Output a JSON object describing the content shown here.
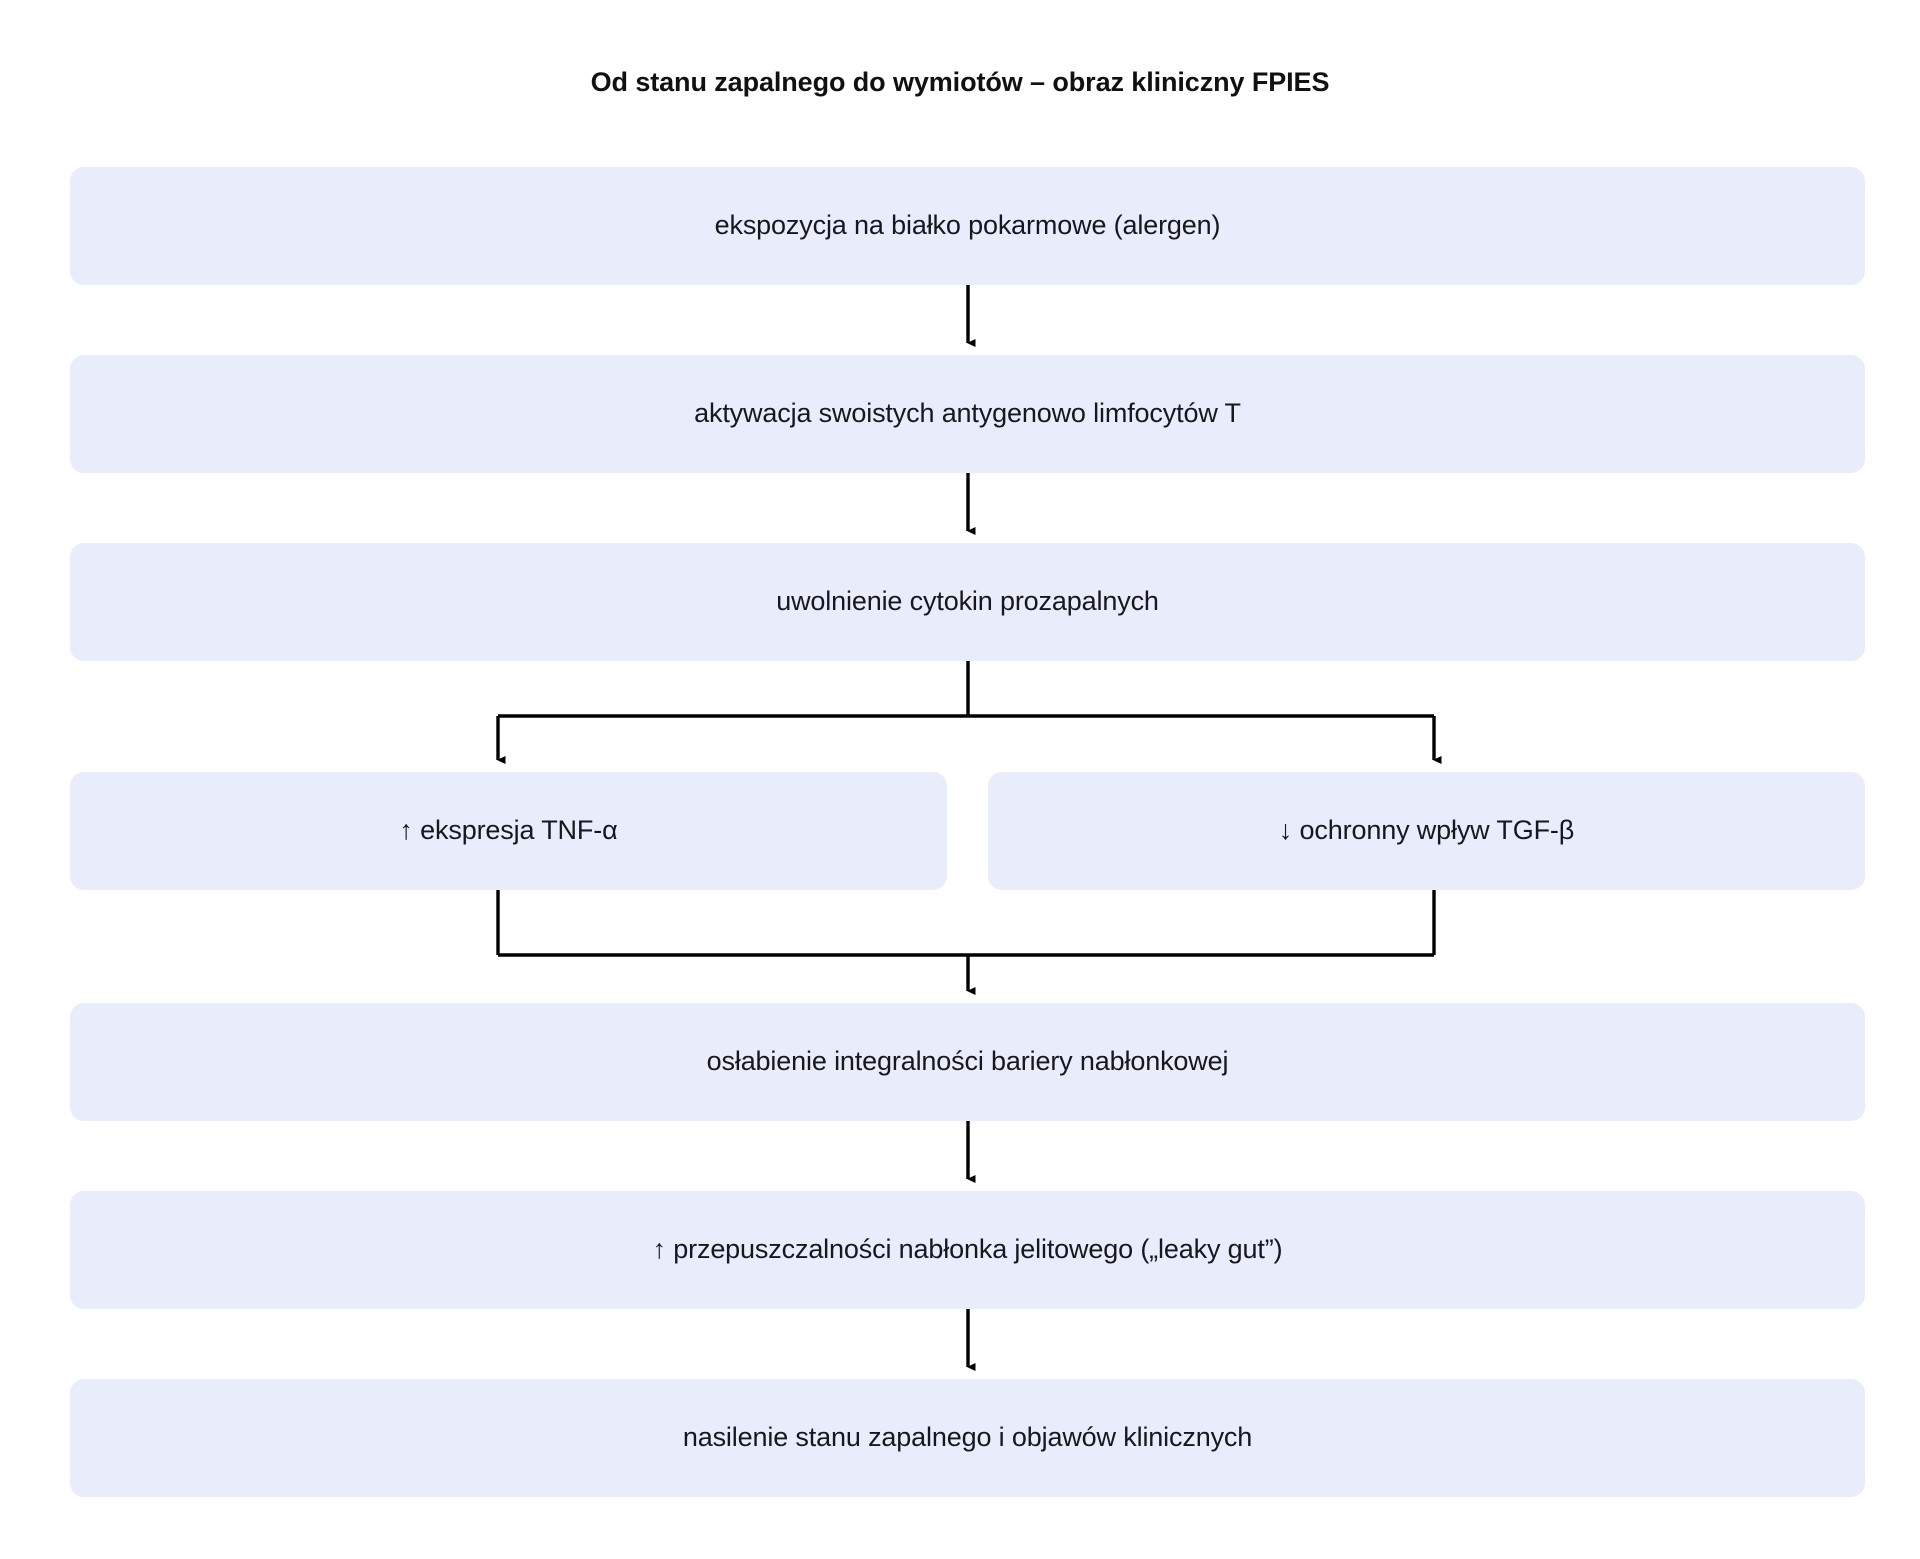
{
  "diagram": {
    "title": "Od stanu zapalnego do wymiotów – obraz kliniczny FPIES",
    "type": "flowchart",
    "orientation": "top-to-bottom",
    "colors": {
      "node_fill": "#e9ecfb",
      "node_text": "#16181d",
      "connector": "#000000",
      "background": "#ffffff"
    },
    "nodes": {
      "exposure": "ekspozycja na białko pokarmowe (alergen)",
      "tcells": "aktywacja swoistych antygenowo limfocytów T",
      "cytokines": "uwolnienie cytokin prozapalnych",
      "tnf": "↑ ekspresja TNF-α",
      "tgf": "↓ ochronny wpływ TGF-β",
      "barrier": "osłabienie integralności bariery nabłonkowej",
      "leakygut": "↑ przepuszczalności nabłonka jelitowego („leaky gut”)",
      "inflammation": "nasilenie stanu zapalnego i objawów klinicznych"
    },
    "edges": [
      {
        "from": "exposure",
        "to": "tcells",
        "kind": "arrow-down"
      },
      {
        "from": "tcells",
        "to": "cytokines",
        "kind": "arrow-down"
      },
      {
        "from": "cytokines",
        "to": "tnf",
        "kind": "split-left"
      },
      {
        "from": "cytokines",
        "to": "tgf",
        "kind": "split-right"
      },
      {
        "from": "tnf",
        "to": "barrier",
        "kind": "merge-left"
      },
      {
        "from": "tgf",
        "to": "barrier",
        "kind": "merge-right"
      },
      {
        "from": "barrier",
        "to": "leakygut",
        "kind": "arrow-down"
      },
      {
        "from": "leakygut",
        "to": "inflammation",
        "kind": "arrow-down"
      }
    ]
  }
}
